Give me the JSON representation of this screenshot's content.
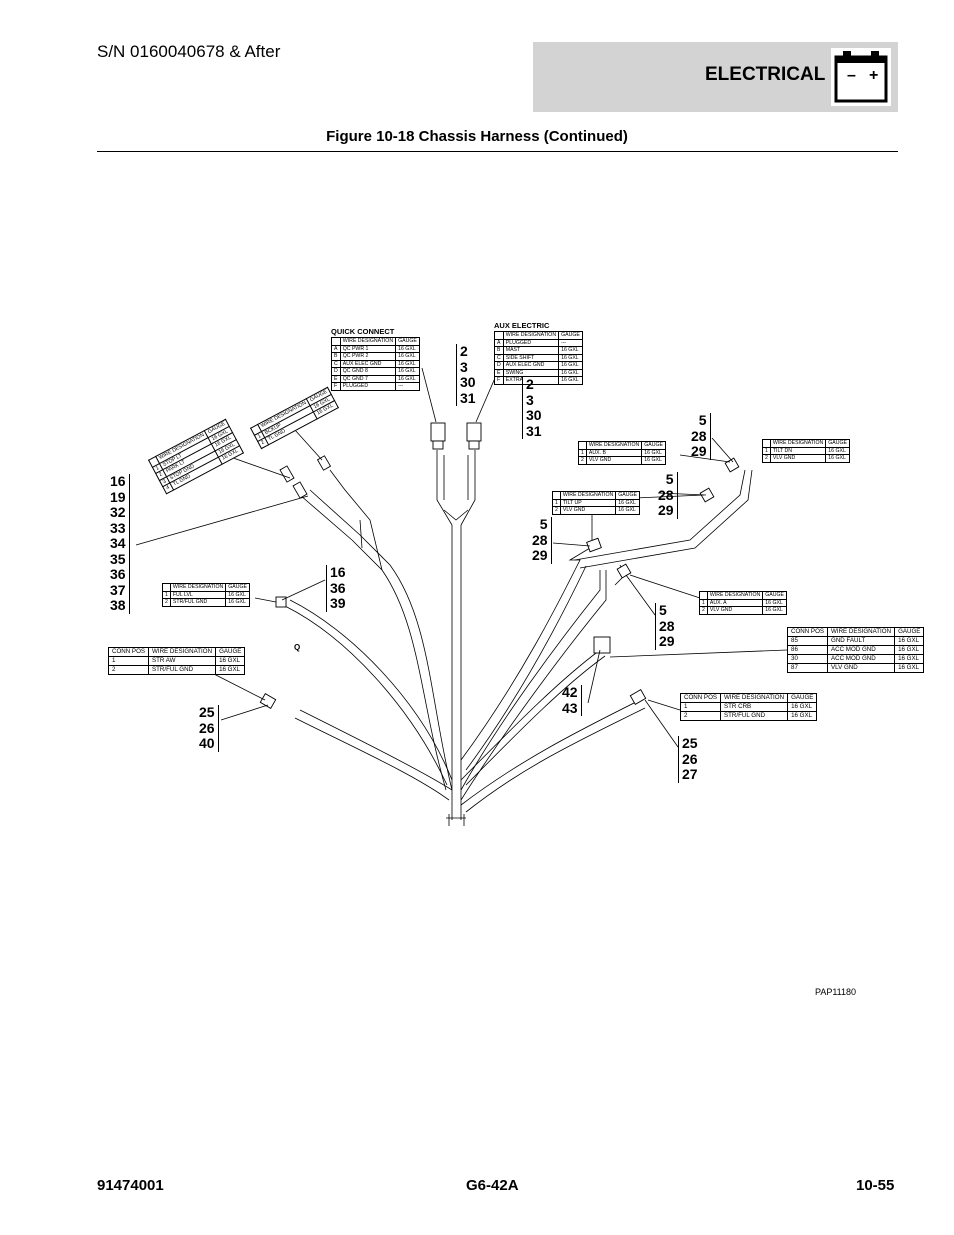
{
  "header": {
    "serial": "S/N 0160040678 & After",
    "section": "ELECTRICAL",
    "battery_minus": "–",
    "battery_plus": "+"
  },
  "figure_title": "Figure 10-18 Chassis Harness (Continued)",
  "drawing_id": "PAP11180",
  "q_label": "Q",
  "footer": {
    "left": "91474001",
    "center": "G6-42A",
    "right": "10-55"
  },
  "callouts": {
    "qc": [
      "2",
      "3",
      "30",
      "31"
    ],
    "aux": [
      "2",
      "3",
      "30",
      "31"
    ],
    "left_long": [
      "16",
      "19",
      "32",
      "33",
      "34",
      "35",
      "36",
      "37",
      "38"
    ],
    "fuel": [
      "16",
      "36",
      "39"
    ],
    "str_aw": [
      "25",
      "26",
      "40"
    ],
    "tilt_dn": [
      "5",
      "28",
      "29"
    ],
    "tilt_up": [
      "5",
      "28",
      "29"
    ],
    "mid_valve": [
      "5",
      "28",
      "29"
    ],
    "aux_a": [
      "5",
      "28",
      "29"
    ],
    "relay": [
      "42",
      "43"
    ],
    "str_crb": [
      "25",
      "26",
      "27"
    ]
  },
  "tables": {
    "quick_connect": {
      "title": "QUICK CONNECT",
      "headers": [
        "",
        "WIRE DESIGNATION",
        "GAUGE"
      ],
      "rows": [
        [
          "A",
          "QC PWR 1",
          "16 GXL"
        ],
        [
          "B",
          "QC PWR 2",
          "16 GXL"
        ],
        [
          "C",
          "AUX ELEC GND",
          "16 GXL"
        ],
        [
          "D",
          "QC GND 8",
          "16 GXL"
        ],
        [
          "E",
          "QC GND 7",
          "16 GXL"
        ],
        [
          "F",
          "PLUGGED",
          "---"
        ]
      ]
    },
    "aux_electric": {
      "title": "AUX ELECTRIC",
      "headers": [
        "",
        "WIRE DESIGNATION",
        "GAUGE"
      ],
      "rows": [
        [
          "A",
          "PLUGGED",
          "---"
        ],
        [
          "B",
          "MAST",
          "16 GXL"
        ],
        [
          "C",
          "SIDE SHIFT",
          "16 GXL"
        ],
        [
          "D",
          "AUX ELEC GND",
          "16 GXL"
        ],
        [
          "E",
          "SWING",
          "16 GXL"
        ],
        [
          "F",
          "EXTRA",
          "16 GXL"
        ]
      ]
    },
    "rot_left": {
      "headers": [
        "",
        "WIRE DESIGNATION",
        "GAUGE"
      ],
      "rows": [
        [
          "1",
          "STOP LT",
          "16 GXL"
        ],
        [
          "2",
          "PARK LT",
          "16 GXL"
        ],
        [
          "3",
          "STOP GND",
          "16 GXL"
        ],
        [
          "4",
          "TL GND",
          "16 GXL"
        ]
      ]
    },
    "rot_mid": {
      "headers": [
        "",
        "WIRE DESIGNATION",
        "GAUGE"
      ],
      "rows": [
        [
          "1",
          "BCKUP",
          "16 GXL"
        ],
        [
          "2",
          "TL GND",
          "16 GXL"
        ]
      ]
    },
    "fuel": {
      "headers": [
        "",
        "WIRE DESIGNATION",
        "GAUGE"
      ],
      "rows": [
        [
          "1",
          "FUL LVL",
          "16 GXL"
        ],
        [
          "2",
          "STR/FUL GND",
          "16 GXL"
        ]
      ]
    },
    "str_aw": {
      "headers": [
        "CONN POS",
        "WIRE DESIGNATION",
        "GAUGE"
      ],
      "rows": [
        [
          "1",
          "STR AW",
          "16 GXL"
        ],
        [
          "2",
          "STR/FUL GND",
          "16 GXL"
        ]
      ]
    },
    "tilt_dn": {
      "headers": [
        "",
        "WIRE DESIGNATION",
        "GAUGE"
      ],
      "rows": [
        [
          "1",
          "TILT DN",
          "16 GXL"
        ],
        [
          "2",
          "VLV GND",
          "16 GXL"
        ]
      ]
    },
    "aux_b": {
      "headers": [
        "",
        "WIRE DESIGNATION",
        "GAUGE"
      ],
      "rows": [
        [
          "1",
          "AUX. B",
          "16 GXL"
        ],
        [
          "2",
          "VLV GND",
          "16 GXL"
        ]
      ]
    },
    "tilt_up": {
      "headers": [
        "",
        "WIRE DESIGNATION",
        "GAUGE"
      ],
      "rows": [
        [
          "1",
          "TILT UP",
          "16 GXL"
        ],
        [
          "2",
          "VLV GND",
          "16 GXL"
        ]
      ]
    },
    "aux_a": {
      "headers": [
        "",
        "WIRE DESIGNATION",
        "GAUGE"
      ],
      "rows": [
        [
          "1",
          "AUX. A",
          "16 GXL"
        ],
        [
          "2",
          "VLV GND",
          "16 GXL"
        ]
      ]
    },
    "relay": {
      "headers": [
        "CONN POS",
        "WIRE DESIGNATION",
        "GAUGE"
      ],
      "rows": [
        [
          "85",
          "GND FAULT",
          "16 GXL"
        ],
        [
          "86",
          "ACC MOD GND",
          "16 GXL"
        ],
        [
          "30",
          "ACC MOD GND",
          "16 GXL"
        ],
        [
          "87",
          "VLV GND",
          "16 GXL"
        ]
      ]
    },
    "str_crb": {
      "headers": [
        "CONN POS",
        "WIRE DESIGNATION",
        "GAUGE"
      ],
      "rows": [
        [
          "1",
          "STR CRB",
          "16 GXL"
        ],
        [
          "2",
          "STR/FUL GND",
          "16 GXL"
        ]
      ]
    }
  }
}
